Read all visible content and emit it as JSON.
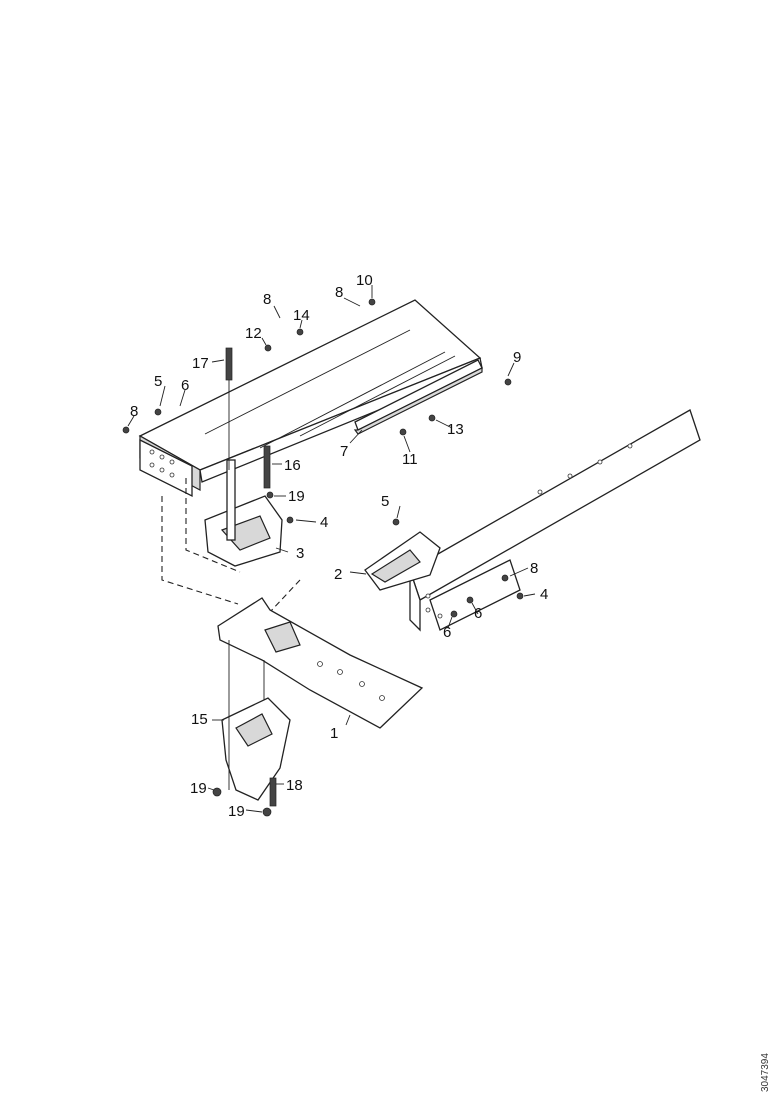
{
  "callouts": [
    "1",
    "2",
    "3",
    "4",
    "5",
    "6",
    "7",
    "8",
    "9",
    "10",
    "11",
    "12",
    "13",
    "14",
    "15",
    "16",
    "17",
    "18",
    "19"
  ],
  "drawing_id": "3047394"
}
